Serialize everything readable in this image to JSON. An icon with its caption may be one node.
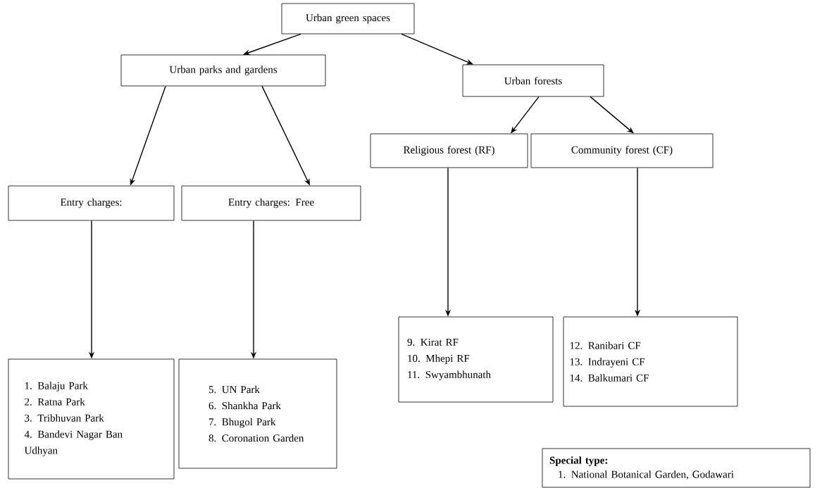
{
  "diagram": {
    "nodes": [
      {
        "text": [
          "Urban green spaces"
        ]
      },
      {
        "text": [
          "Urban parks and gardens"
        ]
      },
      {
        "text": [
          "Urban forests"
        ]
      },
      {
        "text": [
          "Entry charges:"
        ]
      },
      {
        "text": [
          "Entry charges: Free"
        ]
      },
      {
        "text": [
          "Religious forest (RF)"
        ]
      },
      {
        "text": [
          "Community forest (CF)"
        ]
      },
      {
        "text": [
          "1. Balaju Park",
          "2. Ratna Park",
          "3. Tribhuvan Park",
          "4. Bandevi Nagar Ban Udhyan"
        ]
      },
      {
        "text": [
          "5. UN Park",
          "6. Shankha Park",
          "7. Bhugol Park",
          "8. Coronation Garden"
        ]
      },
      {
        "text": [
          "9. Kirat RF",
          "10. Mhepi RF",
          "11. Swyambhunath"
        ]
      },
      {
        "text": [
          "12. Ranibari CF",
          "13. Indrayeni CF",
          "14. Balkumari CF"
        ]
      },
      {
        "text": [
          "Special type:",
          "1. National Botanical Garden, Godawari"
        ]
      }
    ],
    "edges": [
      {
        "from": 0,
        "to": 1,
        "arrow": "to"
      },
      {
        "from": 0,
        "to": 2,
        "arrow": "to"
      },
      {
        "from": 1,
        "to": 3,
        "arrow": "to"
      },
      {
        "from": 1,
        "to": 4,
        "arrow": "to"
      },
      {
        "from": 2,
        "to": 5,
        "arrow": "to"
      },
      {
        "from": 2,
        "to": 6,
        "arrow": "to"
      },
      {
        "from": 3,
        "to": 7,
        "arrow": "to"
      },
      {
        "from": 4,
        "to": 8,
        "arrow": "to"
      },
      {
        "from": 5,
        "to": 9,
        "arrow": "to"
      },
      {
        "from": 6,
        "to": 10,
        "arrow": "to"
      }
    ]
  }
}
